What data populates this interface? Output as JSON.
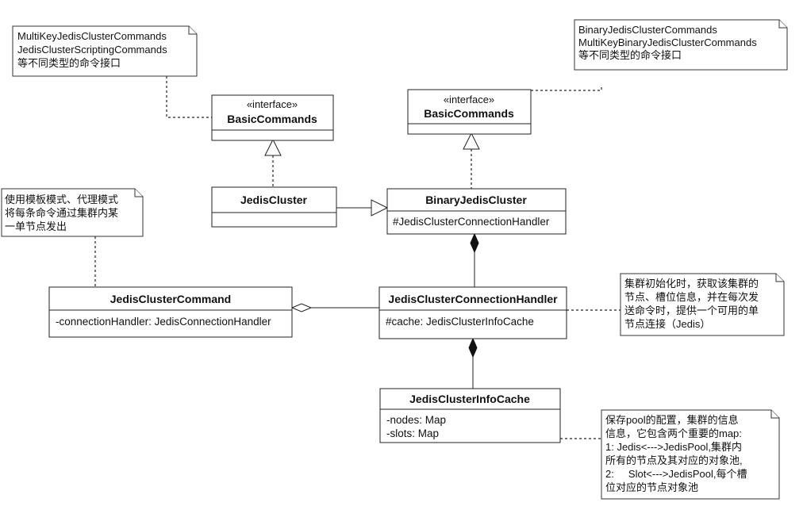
{
  "classes": {
    "basic_commands_left": {
      "stereotype": "«interface»",
      "name": "BasicCommands"
    },
    "basic_commands_right": {
      "stereotype": "«interface»",
      "name": "BasicCommands"
    },
    "jedis_cluster": {
      "name": "JedisCluster"
    },
    "binary_jedis_cluster": {
      "name": "BinaryJedisCluster",
      "attrs": [
        "#JedisClusterConnectionHandler"
      ]
    },
    "jedis_cluster_command": {
      "name": "JedisClusterCommand",
      "attrs": [
        "-connectionHandler: JedisConnectionHandler"
      ]
    },
    "connection_handler": {
      "name": "JedisClusterConnectionHandler",
      "attrs": [
        "#cache: JedisClusterInfoCache"
      ]
    },
    "info_cache": {
      "name": "JedisClusterInfoCache",
      "attrs": [
        "-nodes: Map",
        "-slots: Map"
      ]
    }
  },
  "notes": {
    "left_interfaces": [
      "MultiKeyJedisClusterCommands",
      "JedisClusterScriptingCommands",
      "等不同类型的命令接口"
    ],
    "right_interfaces": [
      "BinaryJedisClusterCommands",
      "MultiKeyBinaryJedisClusterCommands",
      "等不同类型的命令接口"
    ],
    "template": [
      "使用模板模式、代理模式",
      "将每条命令通过集群内某",
      "一单节点发出"
    ],
    "handler": [
      "集群初始化时，获取该集群的",
      "节点、槽位信息，并在每次发",
      "送命令时，提供一个可用的单",
      "节点连接（Jedis）"
    ],
    "cache": [
      "保存pool的配置，集群的信息",
      "信息，它包含两个重要的map:",
      "1: Jedis<--->JedisPool,集群内",
      "所有的节点及其对应的对象池,",
      "2:     Slot<--->JedisPool,每个槽",
      "位对应的节点对象池"
    ]
  }
}
